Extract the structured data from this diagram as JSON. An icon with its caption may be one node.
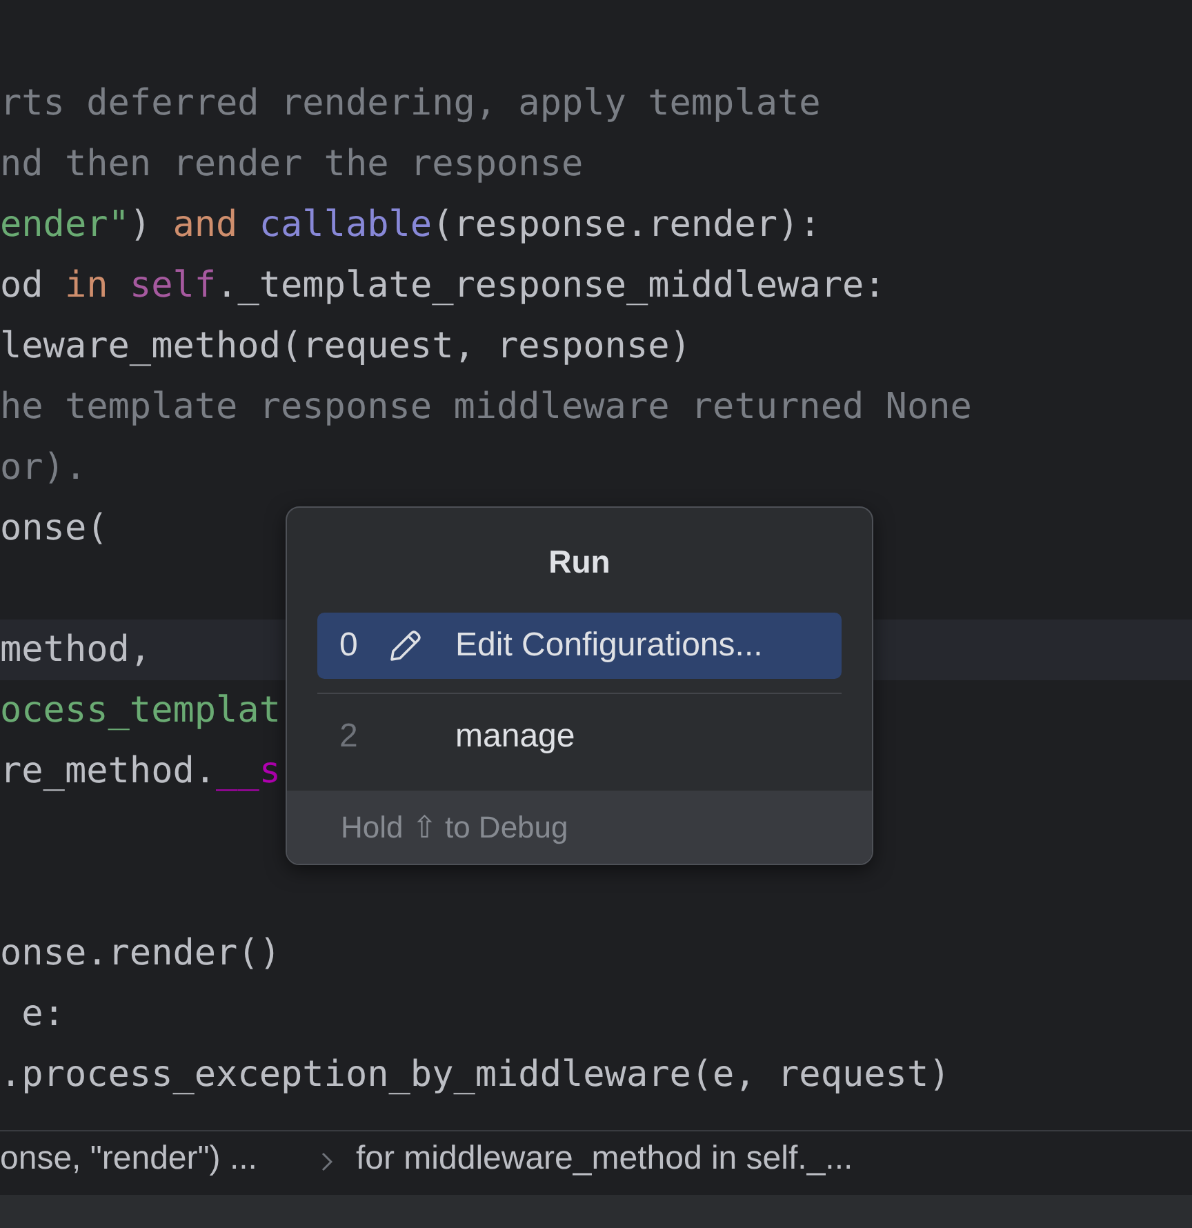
{
  "diagram": {
    "nodes": [
      {
        "text": [
          "Run"
        ]
      },
      {
        "text": [
          "0",
          "Edit Configurations..."
        ],
        "in": 0
      },
      {
        "text": [
          "2",
          "manage"
        ],
        "in": 0
      },
      {
        "text": [
          "Hold ⇧ to Debug"
        ],
        "in": 0
      }
    ],
    "labels": [
      "rts deferred rendering, apply template",
      "nd then render the response",
      "ender\") and callable(response.render):",
      "od in self._template_response_middleware:",
      "leware_method(request, response)",
      "he template response middleware returned None",
      "or).",
      "onse(",
      "method,",
      "ocess_templat",
      "re_method.__s",
      "onse.render()",
      " e:",
      ".process_exception_by_middleware(e, request)",
      "onse, \"render\") ...",
      "for middleware_method in self._..."
    ]
  }
}
